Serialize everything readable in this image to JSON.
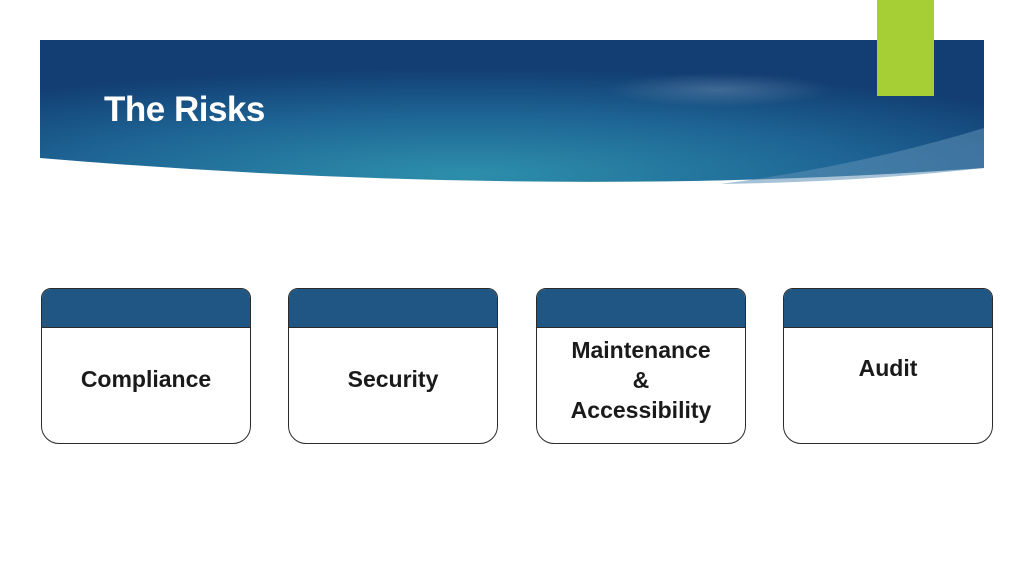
{
  "slide": {
    "title": "The Risks"
  },
  "colors": {
    "banner_dark": "#123e73",
    "banner_light": "#2d8aa6",
    "accent": "#a5cf35",
    "card_header": "#1f5683"
  },
  "cards": [
    {
      "label": "Compliance"
    },
    {
      "label": "Security"
    },
    {
      "label": "Maintenance\n&\nAccessibility"
    },
    {
      "label": "Audit"
    }
  ]
}
